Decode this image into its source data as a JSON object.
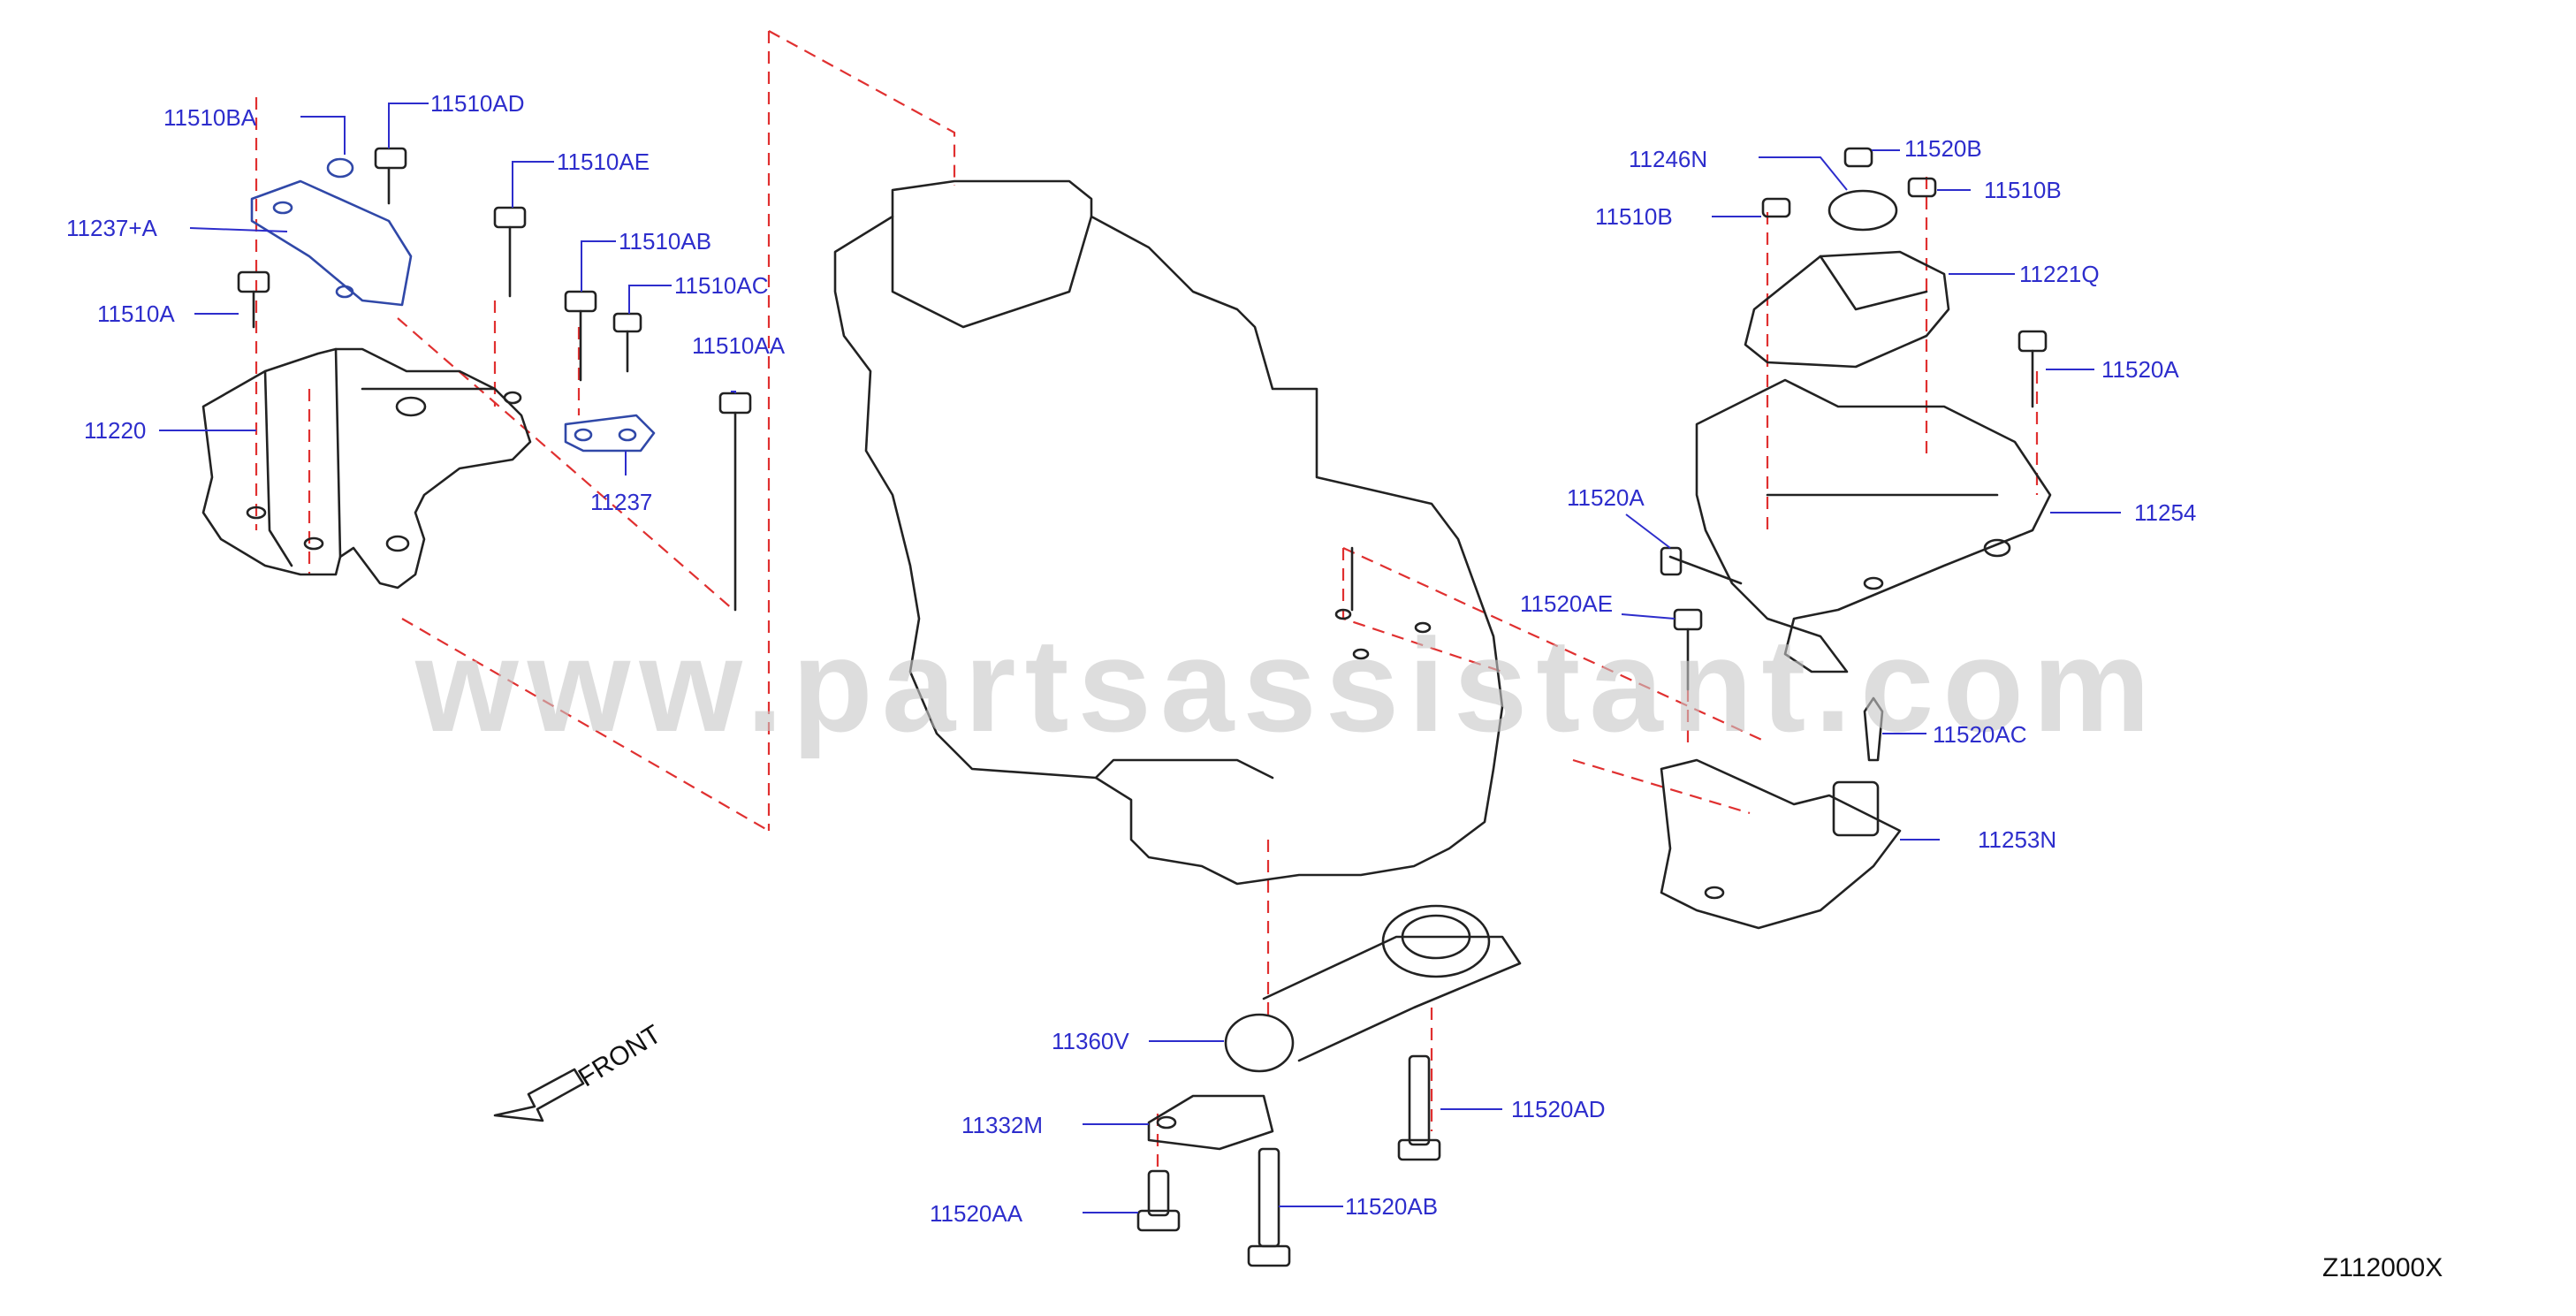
{
  "diagram_code": "Z112000X",
  "watermark": "www.partsassistant.com",
  "front_label": "FRONT",
  "labels": {
    "l_11510BA": "11510BA",
    "l_11510AD": "11510AD",
    "l_11510AE": "11510AE",
    "l_11237A": "11237+A",
    "l_11510AB": "11510AB",
    "l_11510AC": "11510AC",
    "l_11510A": "11510A",
    "l_11510AA": "11510AA",
    "l_11220": "11220",
    "l_11237": "11237",
    "l_11246N": "11246N",
    "l_11520B": "11520B",
    "l_11510B_right": "11510B",
    "l_11510B_left": "11510B",
    "l_11221Q": "11221Q",
    "l_11520A_right": "11520A",
    "l_11254": "11254",
    "l_11520A_left": "11520A",
    "l_11520AE": "11520AE",
    "l_11520AC": "11520AC",
    "l_11253N": "11253N",
    "l_11360V": "11360V",
    "l_11332M": "11332M",
    "l_11520AD": "11520AD",
    "l_11520AA": "11520AA",
    "l_11520AB": "11520AB"
  }
}
